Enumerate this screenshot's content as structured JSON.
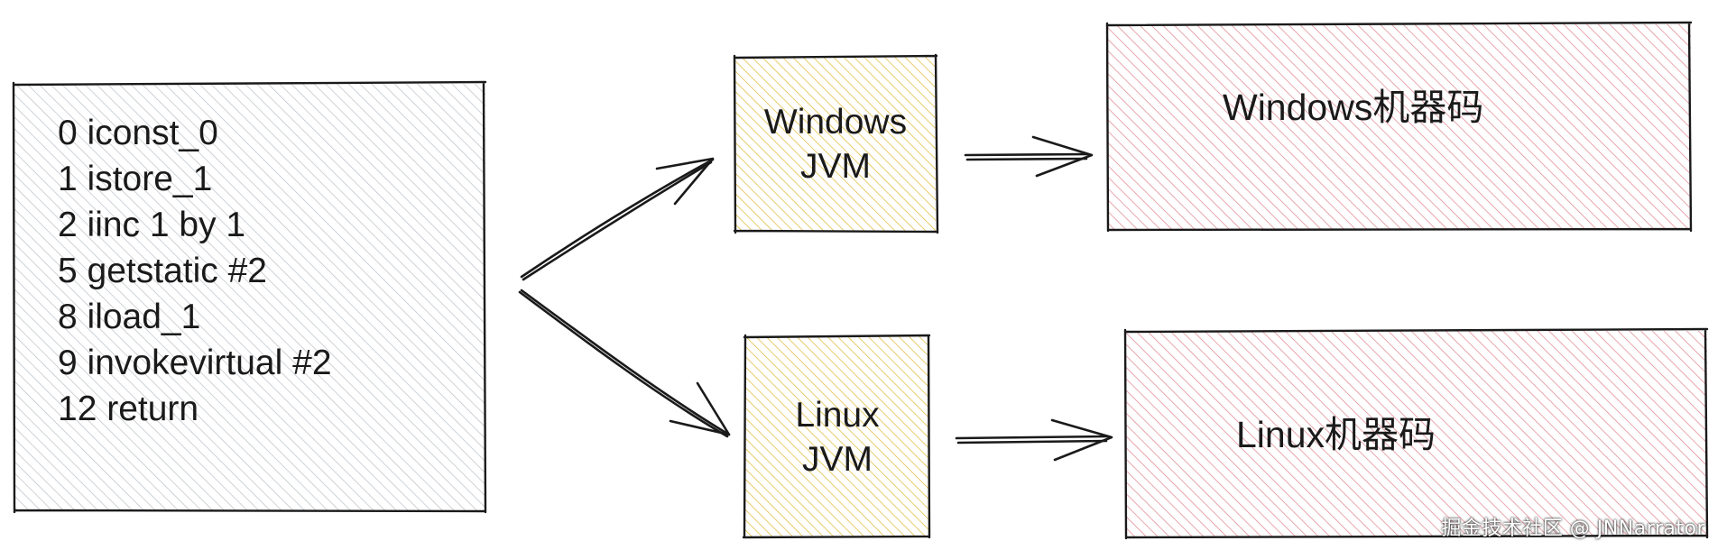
{
  "bytecode": {
    "lines": [
      "0 iconst_0",
      "1 istore_1",
      "2 iinc 1 by 1",
      "5 getstatic #2",
      "8 iload_1",
      "9 invokevirtual #2",
      "12 return"
    ]
  },
  "windows_jvm": {
    "line1": "Windows",
    "line2": "JVM"
  },
  "linux_jvm": {
    "line1": "Linux",
    "line2": "JVM"
  },
  "windows_output": {
    "label": "Windows机器码"
  },
  "linux_output": {
    "label": "Linux机器码"
  },
  "watermark": {
    "text": "掘金技术社区 @ JNNarrator"
  },
  "colors": {
    "bytecode_hatch": "#b9bfc6",
    "jvm_hatch": "#e3c04a",
    "output_hatch": "#e08a93",
    "stroke": "#1a1a1a"
  }
}
